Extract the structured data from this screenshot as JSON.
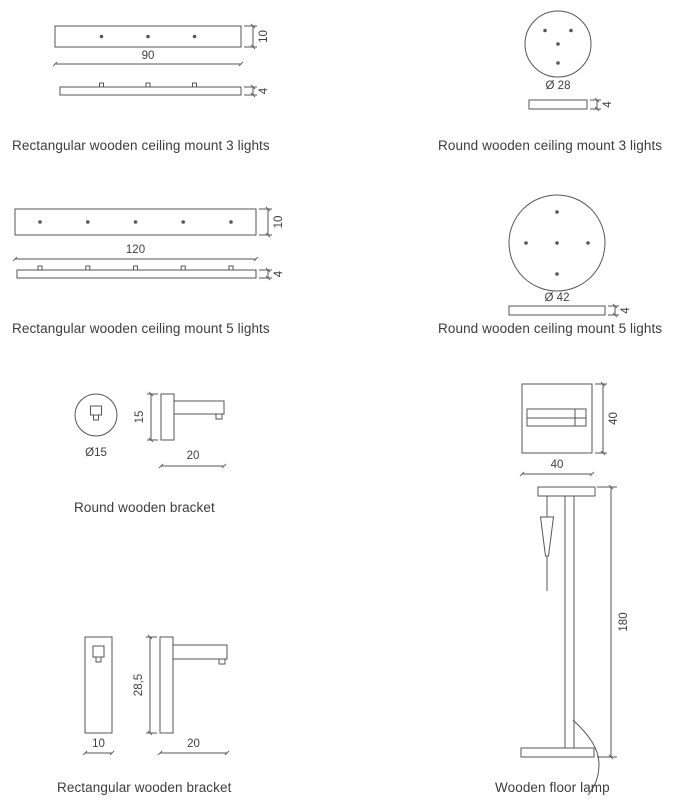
{
  "colors": {
    "line": "#55565a",
    "dim_text": "#3f4043",
    "caption_text": "#3c3c3c",
    "background": "#ffffff"
  },
  "figures": {
    "rect_mount_3": {
      "caption": "Rectangular wooden ceiling mount 3 lights",
      "dim_thickness": "10",
      "dim_width": "90",
      "dim_side": "4"
    },
    "round_mount_3": {
      "caption": "Round wooden ceiling mount 3 lights",
      "dim_diameter": "Ø 28",
      "dim_side": "4"
    },
    "rect_mount_5": {
      "caption": "Rectangular wooden ceiling mount 5 lights",
      "dim_thickness": "10",
      "dim_width": "120",
      "dim_side": "4"
    },
    "round_mount_5": {
      "caption": "Round wooden ceiling mount 5 lights",
      "dim_diameter": "Ø 42",
      "dim_side": "4"
    },
    "round_bracket": {
      "caption": "Round wooden bracket",
      "dim_diameter": "Ø15",
      "dim_plate_height": "15",
      "dim_depth": "20"
    },
    "rect_bracket": {
      "caption": "Rectangular wooden bracket",
      "dim_width": "10",
      "dim_height": "28,5",
      "dim_depth": "20"
    },
    "floor_lamp": {
      "caption": "Wooden floor lamp",
      "dim_head_height": "40",
      "dim_head_width": "40",
      "dim_height": "180"
    }
  }
}
